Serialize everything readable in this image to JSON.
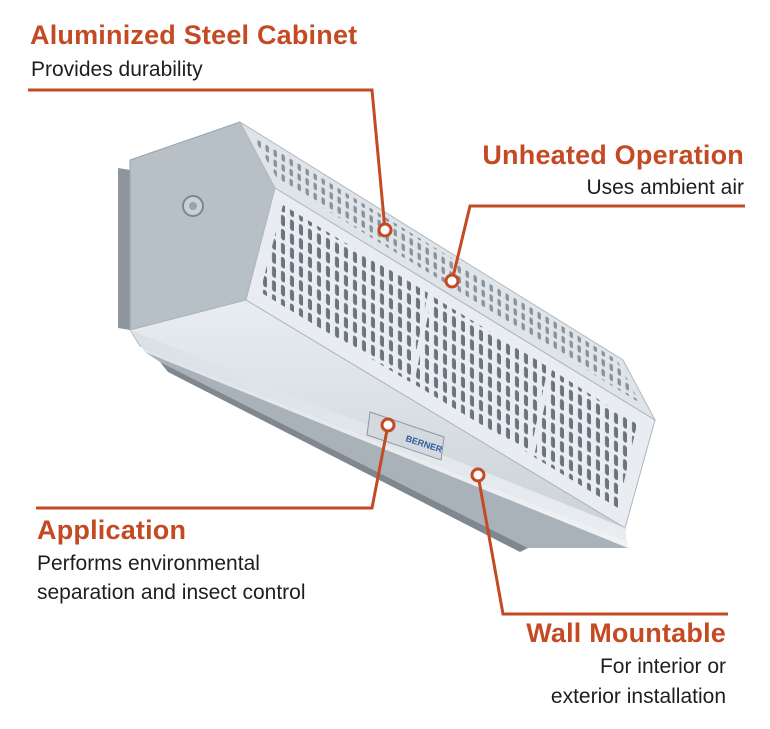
{
  "callouts": {
    "cabinet": {
      "title": "Aluminized Steel Cabinet",
      "desc": [
        "Provides durability"
      ]
    },
    "unheated": {
      "title": "Unheated Operation",
      "desc": [
        "Uses ambient air"
      ]
    },
    "application": {
      "title": "Application",
      "desc": [
        "Performs environmental",
        "separation and insect control"
      ]
    },
    "wall": {
      "title": "Wall Mountable",
      "desc": [
        "For interior or",
        "exterior installation"
      ]
    }
  },
  "product": {
    "brand_badge": "BERNER"
  },
  "colors": {
    "accent": "#c44a24",
    "text": "#1e1e1e"
  }
}
